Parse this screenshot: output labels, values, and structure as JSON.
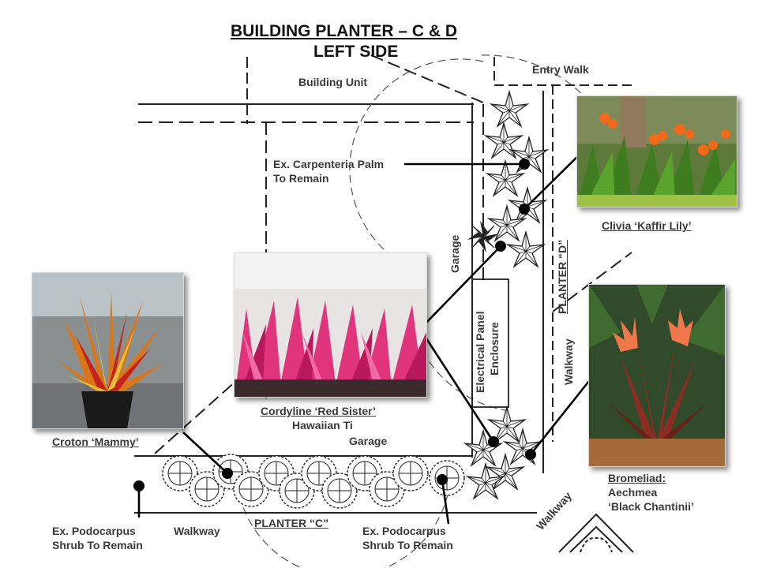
{
  "title": {
    "line1": "BUILDING PLANTER – C & D",
    "line2": "LEFT SIDE"
  },
  "labels": {
    "entry_walk": "Entry Walk",
    "building_unit": "Building Unit",
    "carpenteria_1": "Ex. Carpenteria Palm",
    "carpenteria_2": "To Remain",
    "garage_vertical": "Garage",
    "garage_bottom": "Garage",
    "electrical_1": "Electrical Panel",
    "electrical_2": "Enclosure",
    "planter_d": "PLANTER “D”",
    "walkway_vertical": "Walkway",
    "walkway_diagonal": "Walkway",
    "walkway_bottom": "Walkway",
    "planter_c": "PLANTER “C”",
    "podocarpus_left_1": "Ex. Podocarpus",
    "podocarpus_left_2": "Shrub To Remain",
    "podocarpus_right_1": "Ex. Podocarpus",
    "podocarpus_right_2": "Shrub To Remain"
  },
  "plants": {
    "clivia": {
      "label": "Clivia ‘Kaffir Lily’"
    },
    "cordyline": {
      "label_1": "Cordyline ‘Red Sister’",
      "label_2": "Hawaiian Ti"
    },
    "croton": {
      "label": "Croton ‘Mammy’"
    },
    "bromeliad": {
      "label_1": "Bromeliad:",
      "label_2": "Aechmea",
      "label_3": "‘Black Chantinii’"
    }
  },
  "colors": {
    "line": "#1a1a1a",
    "dash": "#2b2b2b",
    "croton_leaf": "#d9761c",
    "cordyline_leaf": "#e0357c",
    "clivia_flower": "#f06a1a",
    "bromeliad_leaf": "#8a2e24"
  }
}
